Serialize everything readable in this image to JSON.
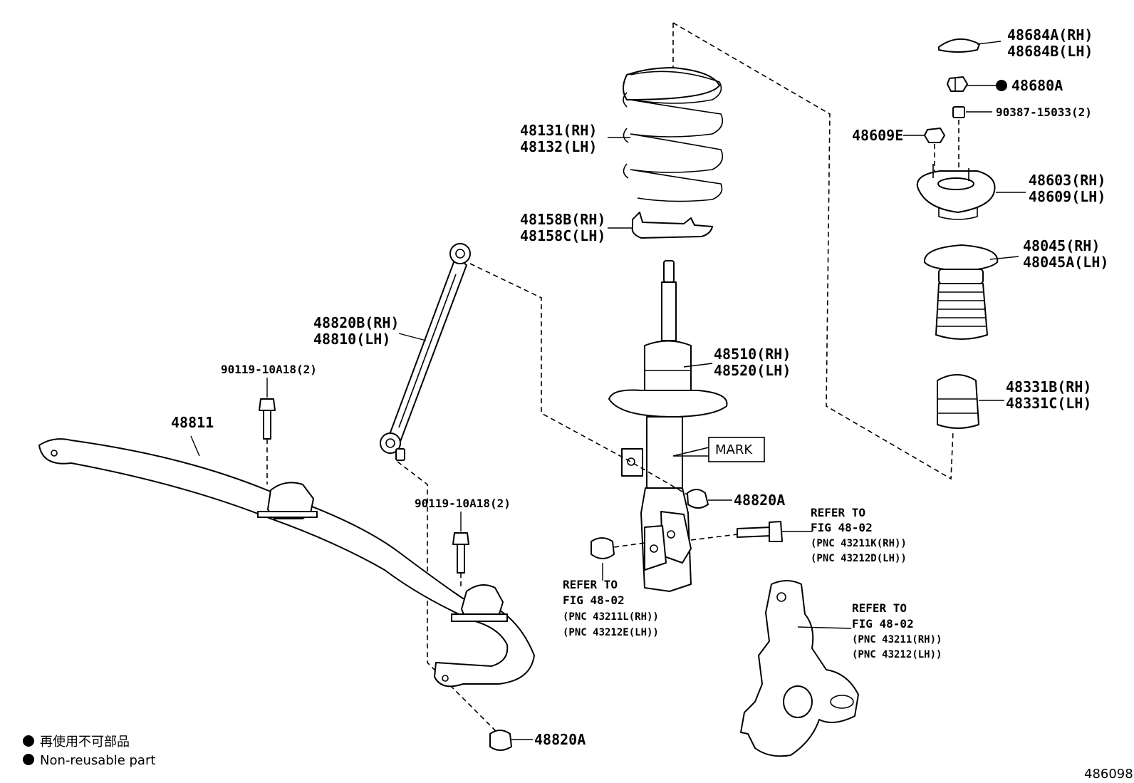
{
  "labels": {
    "p48684": [
      "48684A(RH)",
      "48684B(LH)"
    ],
    "p48680": "48680A",
    "p90387": "90387-15033(2)",
    "p48609E": "48609E",
    "p48603": [
      "48603(RH)",
      "48609(LH)"
    ],
    "p48045": [
      "48045(RH)",
      "48045A(LH)"
    ],
    "p48331": [
      "48331B(RH)",
      "48331C(LH)"
    ],
    "p48131": [
      "48131(RH)",
      "48132(LH)"
    ],
    "p48158": [
      "48158B(RH)",
      "48158C(LH)"
    ],
    "p48510": [
      "48510(RH)",
      "48520(LH)"
    ],
    "mark": "MARK",
    "p48820A_top": "48820A",
    "p48820A_bottom": "48820A",
    "p48820B": [
      "48820B(RH)",
      "48810(LH)"
    ],
    "p90119_a": "90119-10A18(2)",
    "p90119_b": "90119-10A18(2)",
    "p48811": "48811",
    "refer_bolt": [
      "REFER TO",
      "FIG 48-02",
      "(PNC 43211K(RH))",
      "(PNC 43212D(LH))"
    ],
    "refer_nut": [
      "REFER TO",
      "FIG 48-02",
      "(PNC 43211L(RH))",
      "(PNC 43212E(LH))"
    ],
    "refer_knuckle": [
      "REFER TO",
      "FIG 48-02",
      "(PNC 43211(RH))",
      "(PNC 43212(LH))"
    ]
  },
  "legend": {
    "jp": "再使用不可部品",
    "en": "Non-reusable part"
  },
  "diagram_id": "486098"
}
